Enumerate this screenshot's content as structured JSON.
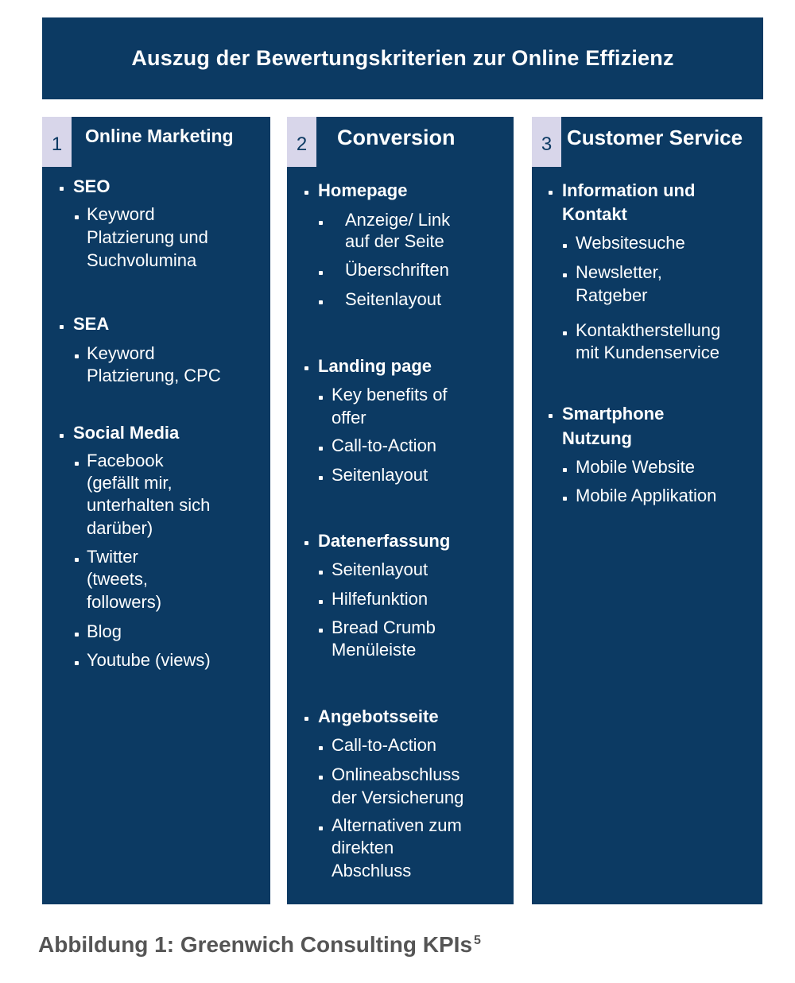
{
  "header": {
    "title": "Auszug der Bewertungskriterien zur Online Effizienz"
  },
  "columns": [
    {
      "number": "1",
      "title": "Online Marketing",
      "sections": [
        {
          "heading": "SEO",
          "items": [
            [
              "Keyword",
              "Platzierung und",
              "Suchvolumina"
            ]
          ]
        },
        {
          "heading": "SEA",
          "items": [
            [
              "Keyword",
              "Platzierung, CPC"
            ]
          ]
        },
        {
          "heading": "Social Media",
          "items": [
            [
              "Facebook",
              "(gefällt mir,",
              "unterhalten sich",
              "darüber)"
            ],
            [
              "Twitter",
              "(tweets,",
              "followers)"
            ],
            [
              "Blog"
            ],
            [
              "Youtube (views)"
            ]
          ]
        }
      ]
    },
    {
      "number": "2",
      "title": "Conversion",
      "sections": [
        {
          "heading": "Homepage",
          "items": [
            [
              "Anzeige/ Link",
              "auf der Seite"
            ],
            [
              "Überschriften"
            ],
            [
              "Seitenlayout"
            ]
          ]
        },
        {
          "heading": "Landing page",
          "items": [
            [
              "Key benefits of",
              "offer"
            ],
            [
              "Call-to-Action"
            ],
            [
              "Seitenlayout"
            ]
          ]
        },
        {
          "heading": "Datenerfassung",
          "items": [
            [
              "Seitenlayout"
            ],
            [
              "Hilfefunktion"
            ],
            [
              "Bread Crumb",
              "Menüleiste"
            ]
          ]
        },
        {
          "heading": "Angebotsseite",
          "items": [
            [
              "Call-to-Action"
            ],
            [
              "Onlineabschluss",
              "der Versicherung"
            ],
            [
              "Alternativen zum",
              "direkten",
              "Abschluss"
            ]
          ]
        }
      ]
    },
    {
      "number": "3",
      "title": "Customer Service",
      "sections": [
        {
          "heading": [
            "Information und",
            "Kontakt"
          ],
          "items": [
            [
              "Websitesuche"
            ],
            [
              "Newsletter,",
              "Ratgeber"
            ],
            [
              "Kontaktherstellung",
              "mit Kundenservice"
            ]
          ]
        },
        {
          "heading": [
            "Smartphone",
            "Nutzung"
          ],
          "items": [
            [
              "Mobile Website"
            ],
            [
              "Mobile Applikation"
            ]
          ]
        }
      ]
    }
  ],
  "caption": {
    "text": "Abbildung 1: Greenwich Consulting KPIs",
    "footnote": "5"
  }
}
